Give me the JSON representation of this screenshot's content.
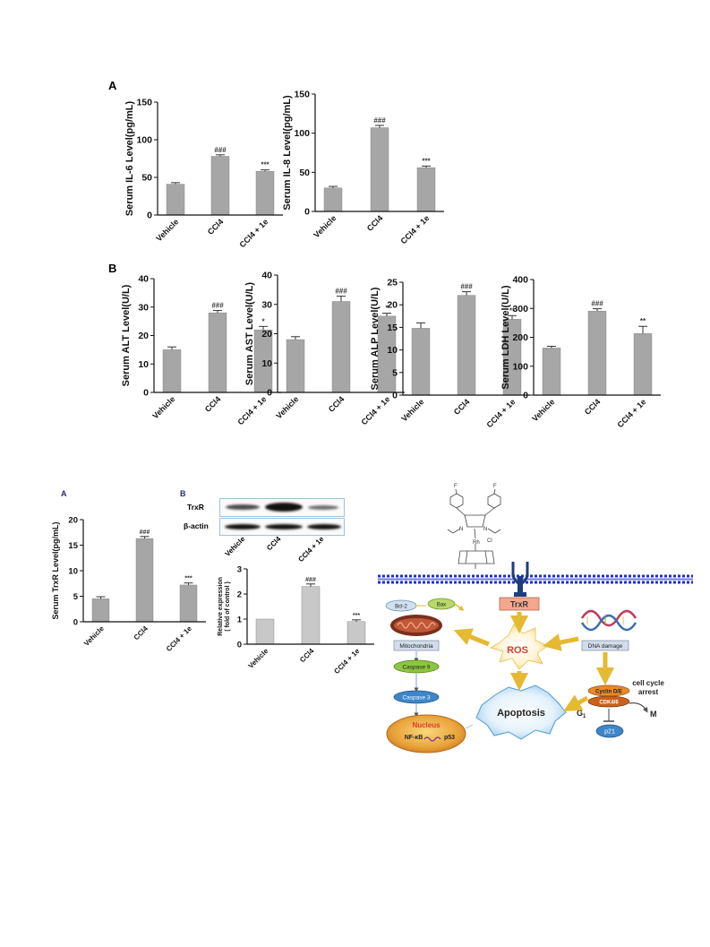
{
  "panels": {
    "top_A": "A",
    "top_B": "B",
    "bottom_A": "A",
    "bottom_B": "B"
  },
  "colors": {
    "bar_gray": "#a6a6a6",
    "bar_light": "#c8c8c8",
    "membrane": "#2b3cc9",
    "arrow_gold": "#e5b931",
    "ros_text": "#e03a2e",
    "trxr_box": "#f4a78c",
    "nucleus_orange": "#e8a33a",
    "caspase_blue": "#3d86c9",
    "caspase_green": "#8cc63f"
  },
  "western_blot": {
    "rows": [
      "TrxR",
      "β-actin"
    ],
    "columns": [
      "Vehicle",
      "CCl4",
      "CCl4 + 1e"
    ]
  },
  "pathway": {
    "bcl2": "Bcl-2",
    "bax": "Bax",
    "trxr": "TrxR",
    "mitochondria": "Mitochondria",
    "caspase9": "Caspase 9",
    "caspase3": "Caspase 3",
    "nucleus": "Nucleus",
    "nfkb": "NF-κB",
    "p53": "p53",
    "ros": "ROS",
    "apoptosis": "Apoptosis",
    "dna_damage": "DNA damage",
    "cyclin": "Cyclin D/E",
    "cdk": "CDK4/6",
    "cell_cycle_1": "cell cycle",
    "cell_cycle_2": "arrest",
    "g1": "G",
    "g1_sub": "1",
    "m": "M",
    "p21": "p21",
    "rh": "Rh",
    "cl": "Cl",
    "f": "F",
    "n": "N"
  },
  "chart_data": [
    {
      "id": "il6",
      "type": "bar",
      "categories": [
        "Vehicle",
        "CCl4",
        "CCl4 + 1e"
      ],
      "values": [
        41,
        78,
        58
      ],
      "errors": [
        2,
        2,
        2
      ],
      "annotations": [
        "",
        "###",
        "***"
      ],
      "ylabel": "Serum IL-6 Level(pg/mL)",
      "ylim": [
        0,
        150
      ],
      "yticks": [
        0,
        50,
        100,
        150
      ]
    },
    {
      "id": "il8",
      "type": "bar",
      "categories": [
        "Vehicle",
        "CCl4",
        "CCl4 + 1e"
      ],
      "values": [
        30,
        107,
        56
      ],
      "errors": [
        2,
        3,
        2
      ],
      "annotations": [
        "",
        "###",
        "***"
      ],
      "ylabel": "Serum IL-8 Level(pg/mL)",
      "ylim": [
        0,
        150
      ],
      "yticks": [
        0,
        50,
        100,
        150
      ]
    },
    {
      "id": "alt",
      "type": "bar",
      "categories": [
        "Vehicle",
        "CCl4",
        "CCl4 + 1e"
      ],
      "values": [
        15,
        28,
        22
      ],
      "errors": [
        1,
        0.8,
        1.2
      ],
      "annotations": [
        "",
        "###",
        "*"
      ],
      "ylabel": "Serum ALT Level(U/L)",
      "ylim": [
        0,
        40
      ],
      "yticks": [
        0,
        10,
        20,
        30,
        40
      ]
    },
    {
      "id": "ast",
      "type": "bar",
      "categories": [
        "Vehicle",
        "CCl4",
        "CCl4 + 1e"
      ],
      "values": [
        18,
        31,
        26
      ],
      "errors": [
        1,
        1.8,
        1
      ],
      "annotations": [
        "",
        "###",
        "*"
      ],
      "ylabel": "Serum AST Level(U/L)",
      "ylim": [
        0,
        40
      ],
      "yticks": [
        0,
        10,
        20,
        30,
        40
      ]
    },
    {
      "id": "alp",
      "type": "bar",
      "categories": [
        "Vehicle",
        "CCl4",
        "CCl4 + 1e"
      ],
      "values": [
        14.8,
        22.1,
        16.8
      ],
      "errors": [
        1.2,
        0.8,
        0.8
      ],
      "annotations": [
        "",
        "###",
        "**"
      ],
      "ylabel": "Serum ALP Level(U/L)",
      "ylim": [
        0,
        25
      ],
      "yticks": [
        0,
        5,
        10,
        15,
        20,
        25
      ]
    },
    {
      "id": "ldh",
      "type": "bar",
      "categories": [
        "Vehicle",
        "CCl4",
        "CCl4 + 1e"
      ],
      "values": [
        163,
        291,
        213
      ],
      "errors": [
        6,
        8,
        25
      ],
      "annotations": [
        "",
        "###",
        "**"
      ],
      "ylabel": "Serum LDH Level(U/L)",
      "ylim": [
        0,
        400
      ],
      "yticks": [
        0,
        100,
        200,
        300,
        400
      ]
    },
    {
      "id": "trxr",
      "type": "bar",
      "categories": [
        "Vehicle",
        "CCl4",
        "CCl4 + 1e"
      ],
      "values": [
        4.5,
        16.3,
        7.2
      ],
      "errors": [
        0.4,
        0.4,
        0.4
      ],
      "annotations": [
        "",
        "###",
        "***"
      ],
      "ylabel": "Serum TrxR Level(pg/mL)",
      "ylim": [
        0,
        20
      ],
      "yticks": [
        0,
        5,
        10,
        15,
        20
      ]
    },
    {
      "id": "relexp",
      "type": "bar",
      "categories": [
        "Vehicle",
        "CCl4",
        "CCl4 + 1e"
      ],
      "values": [
        1.0,
        2.3,
        0.9
      ],
      "errors": [
        0,
        0.1,
        0.07
      ],
      "annotations": [
        "",
        "###",
        "***"
      ],
      "ylabel": "Relative expression",
      "ylabel2": "( fold of control )",
      "ylim": [
        0,
        3
      ],
      "yticks": [
        0,
        1,
        2,
        3
      ]
    }
  ]
}
